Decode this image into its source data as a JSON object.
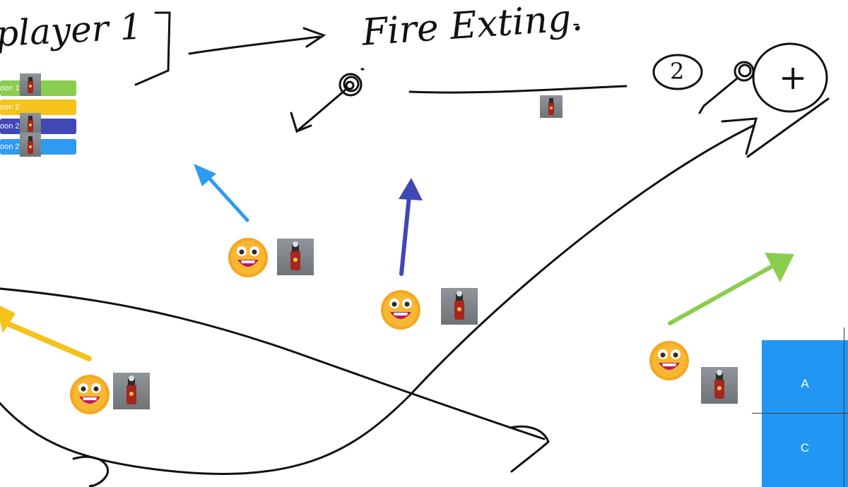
{
  "title": {
    "player_label": "player 1",
    "objective_label": "Fire Exting.",
    "objective_dash": "-",
    "circled_number": "2",
    "circled_plus": "+"
  },
  "legend": [
    {
      "label": "oon 1",
      "color": "#8bcd4f",
      "has_bottle": true
    },
    {
      "label": "oon 2",
      "color": "#f6c21c",
      "has_bottle": false
    },
    {
      "label": "oon 2",
      "color": "#3f48b5",
      "has_bottle": true
    },
    {
      "label": "oon 2",
      "color": "#2d9bef",
      "has_bottle": true
    }
  ],
  "arrow_colors": {
    "green": "#8bcd4f",
    "yellow": "#f6c21c",
    "indigo": "#3f48b5",
    "blue": "#2d9bef",
    "ink": "#111111"
  },
  "tokens": [
    {
      "name": "player-token-1",
      "emoji": "grinning-face-icon",
      "item": "fire-extinguisher-icon"
    },
    {
      "name": "player-token-2",
      "emoji": "grinning-face-icon",
      "item": "fire-extinguisher-icon"
    },
    {
      "name": "player-token-3",
      "emoji": "grinning-face-icon",
      "item": "fire-extinguisher-icon"
    },
    {
      "name": "player-token-4",
      "emoji": "grinning-face-icon",
      "item": "fire-extinguisher-icon"
    }
  ],
  "panel": {
    "color": "#2196f3",
    "cell_top": "A",
    "cell_bottom": "C"
  }
}
